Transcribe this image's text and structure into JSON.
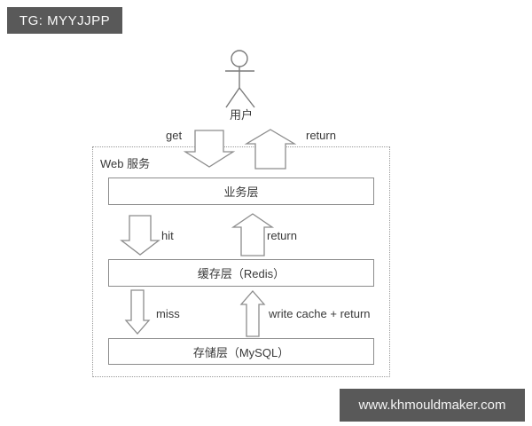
{
  "badge": {
    "text": "TG: MYYJJPP"
  },
  "watermark": {
    "text": "www.khmouldmaker.com"
  },
  "actor": {
    "label": "用户",
    "icon": "stick-figure-person"
  },
  "container": {
    "label": "Web 服务"
  },
  "layers": [
    {
      "label": "业务层"
    },
    {
      "label": "缓存层（Redis）"
    },
    {
      "label": "存储层（MySQL）"
    }
  ],
  "flows": [
    {
      "label": "get",
      "direction": "down",
      "from": "用户",
      "to": "业务层"
    },
    {
      "label": "return",
      "direction": "up",
      "from": "业务层",
      "to": "用户"
    },
    {
      "label": "hit",
      "direction": "down",
      "from": "业务层",
      "to": "缓存层（Redis）"
    },
    {
      "label": "return",
      "direction": "up",
      "from": "缓存层（Redis）",
      "to": "业务层"
    },
    {
      "label": "miss",
      "direction": "down",
      "from": "缓存层（Redis）",
      "to": "存储层（MySQL）"
    },
    {
      "label": "write cache + return",
      "direction": "up",
      "from": "存储层（MySQL）",
      "to": "缓存层（Redis）"
    }
  ],
  "colors": {
    "badge_background": "#595959",
    "badge_text": "#fafafa",
    "diagram_stroke": "#8c8c8c",
    "diagram_text": "#383838",
    "page_background": "#ffffff"
  }
}
